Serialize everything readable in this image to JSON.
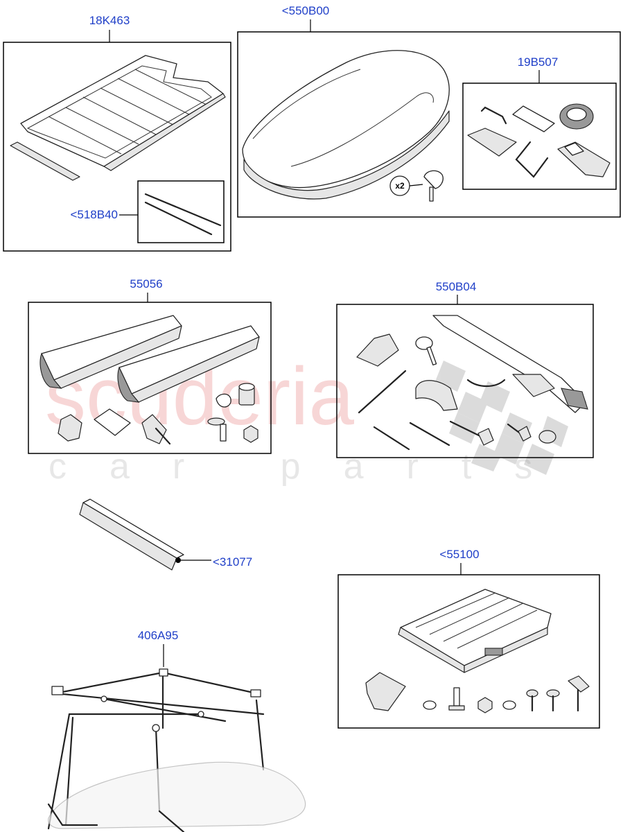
{
  "watermark": {
    "brand": "scuderia",
    "tagline": "car parts"
  },
  "callouts": {
    "c18K463": "18K463",
    "c550B00": "<550B00",
    "c19B507": "19B507",
    "c518B40": "<518B40",
    "c55056": "55056",
    "c550B04": "550B04",
    "c31077": "<31077",
    "c55100": "<55100",
    "c406A95": "406A95"
  },
  "quantity_badge": "x2",
  "colors": {
    "callout_text": "#1f3fc8",
    "watermark": "#f2b6b6",
    "line": "#000000"
  }
}
